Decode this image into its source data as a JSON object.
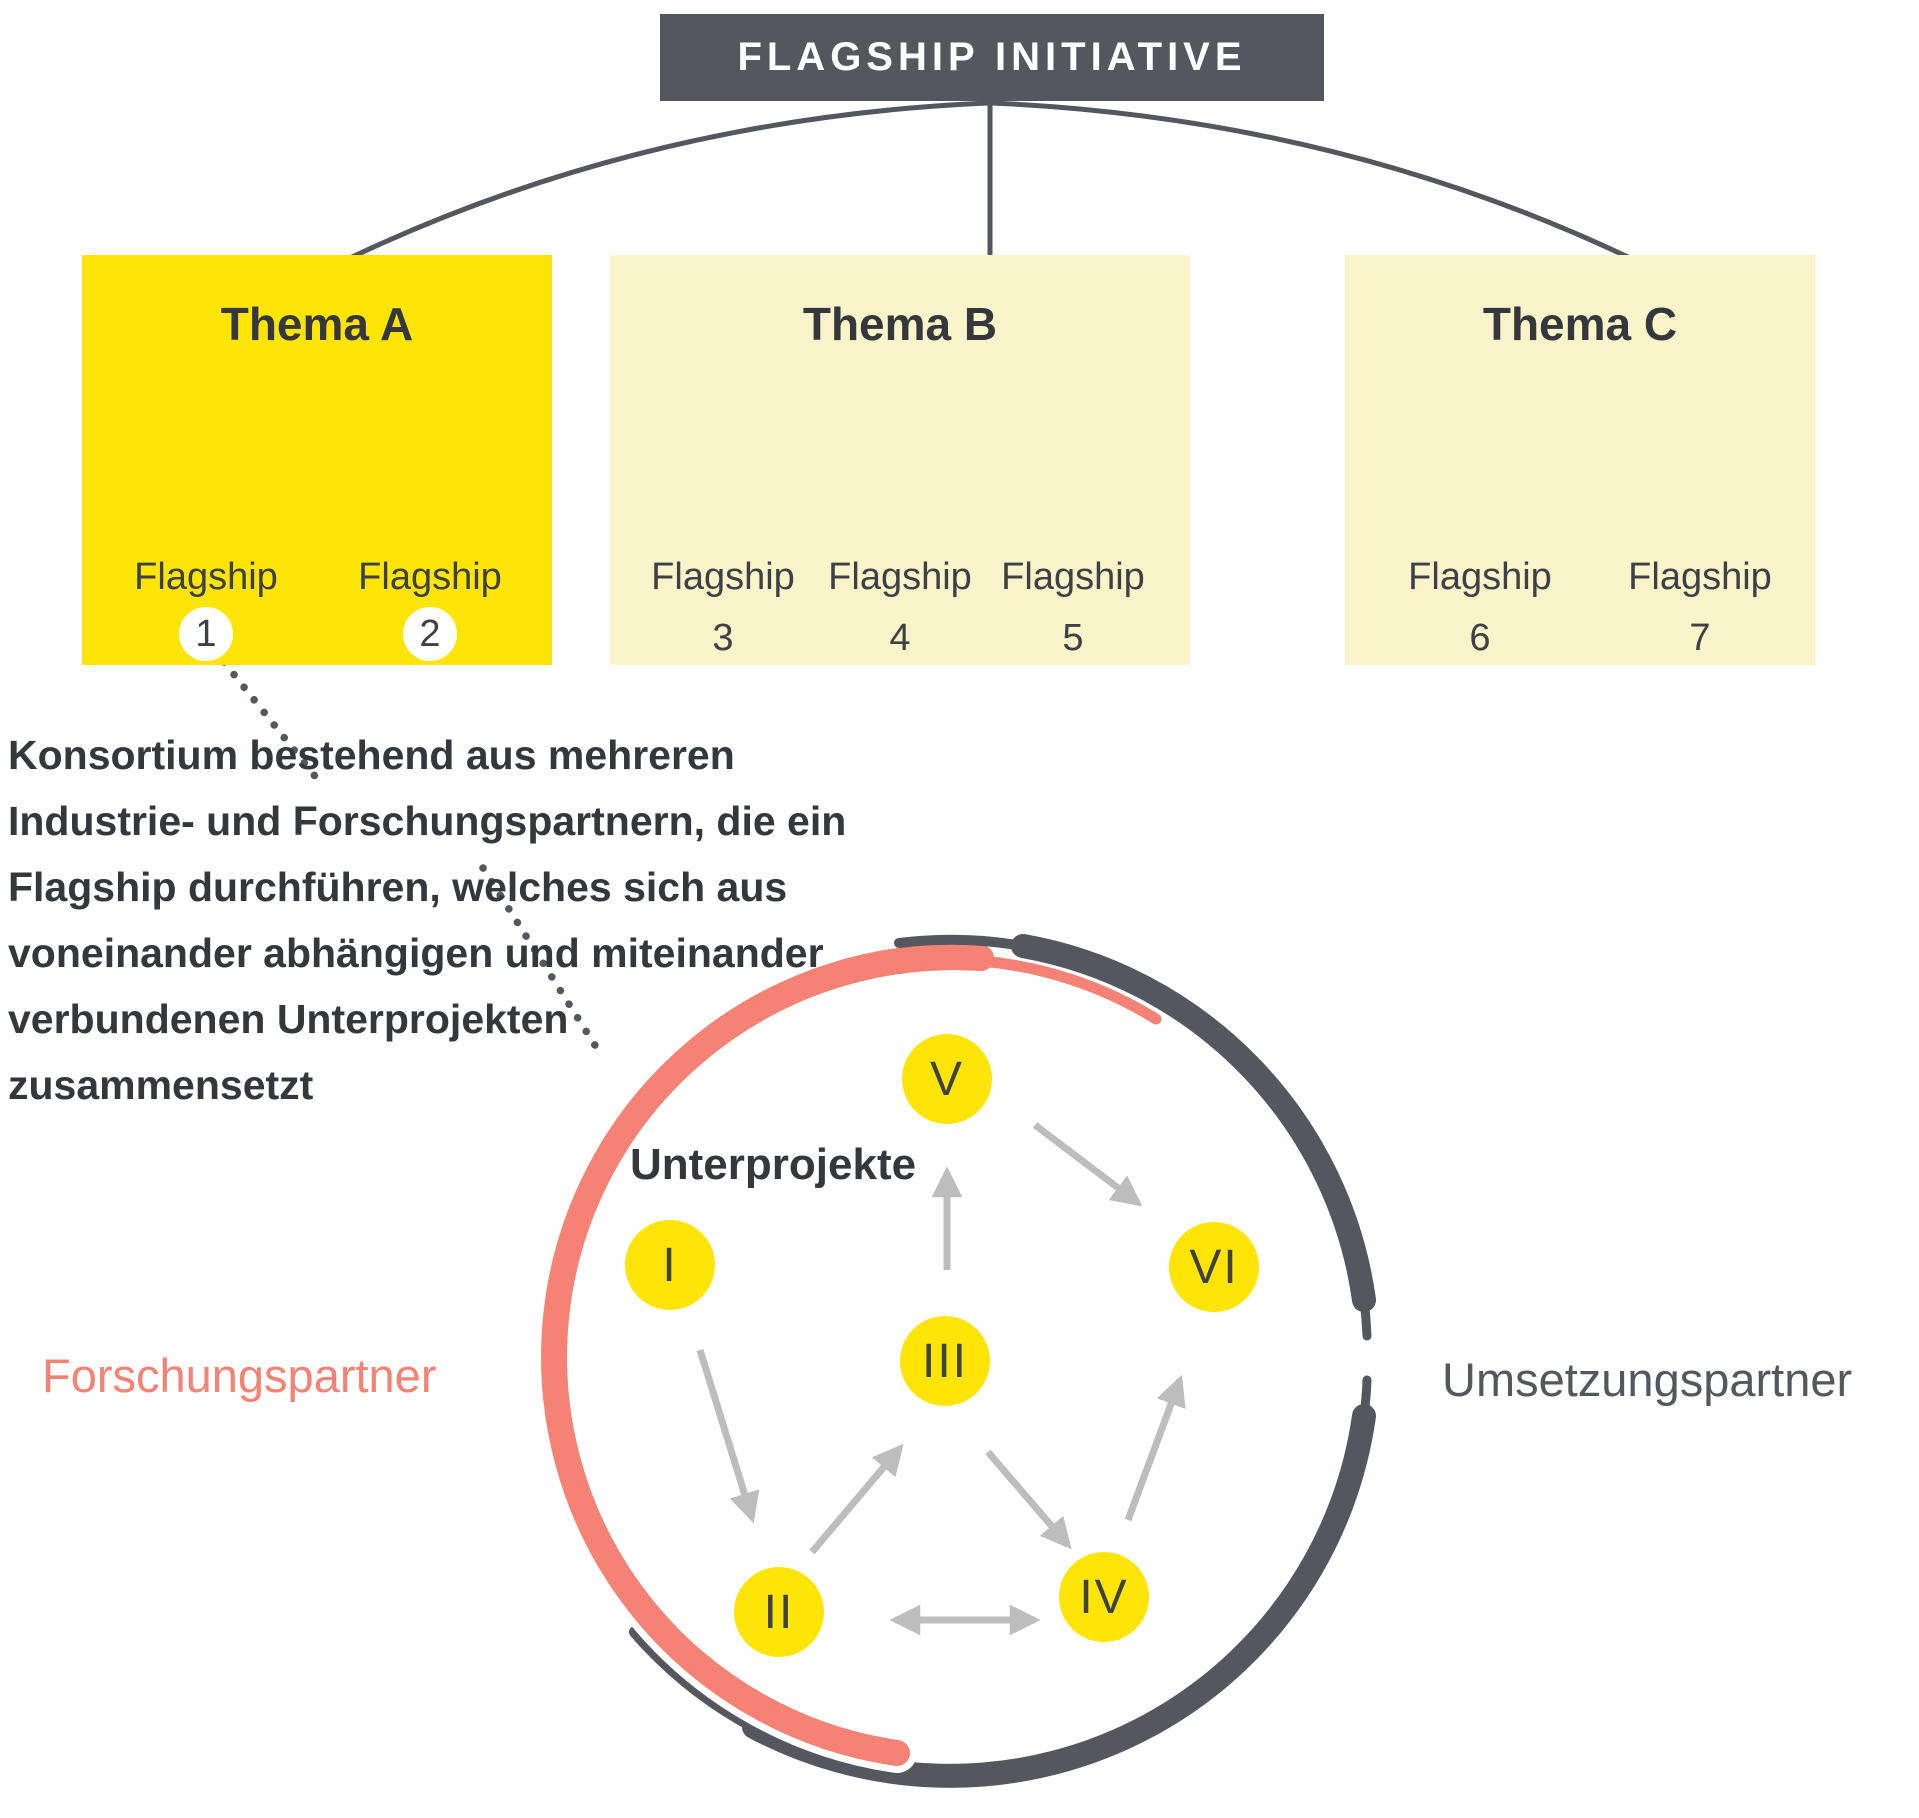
{
  "header": {
    "title": "FLAGSHIP INITIATIVE"
  },
  "themes": [
    {
      "title": "Thema A",
      "flagships": [
        {
          "label": "Flagship",
          "number": "1"
        },
        {
          "label": "Flagship",
          "number": "2"
        }
      ]
    },
    {
      "title": "Thema B",
      "flagships": [
        {
          "label": "Flagship",
          "number": "3"
        },
        {
          "label": "Flagship",
          "number": "4"
        },
        {
          "label": "Flagship",
          "number": "5"
        }
      ]
    },
    {
      "title": "Thema C",
      "flagships": [
        {
          "label": "Flagship",
          "number": "6"
        },
        {
          "label": "Flagship",
          "number": "7"
        }
      ]
    }
  ],
  "annotation": {
    "lines": [
      "Konsortium bestehend aus mehreren",
      "Industrie- und Forschungspartnern, die ein",
      "Flagship durchführen, welches sich aus",
      "voneinander abhängigen und miteinander",
      "verbundenen Unterprojekten",
      "zusammensetzt"
    ]
  },
  "subprojects": {
    "label": "Unterprojekte",
    "nodes": [
      {
        "numeral": "I"
      },
      {
        "numeral": "II"
      },
      {
        "numeral": "III"
      },
      {
        "numeral": "IV"
      },
      {
        "numeral": "V"
      },
      {
        "numeral": "VI"
      }
    ]
  },
  "partners": {
    "research": "Forschungspartner",
    "implementation": "Umsetzungspartner"
  },
  "colors": {
    "accent_yellow": "#ffe408",
    "light_yellow": "#faf4cb",
    "slate": "#54585e",
    "salmon": "#f58275",
    "arrow_gray": "#bdbdbd",
    "text_dark": "#34373c"
  }
}
